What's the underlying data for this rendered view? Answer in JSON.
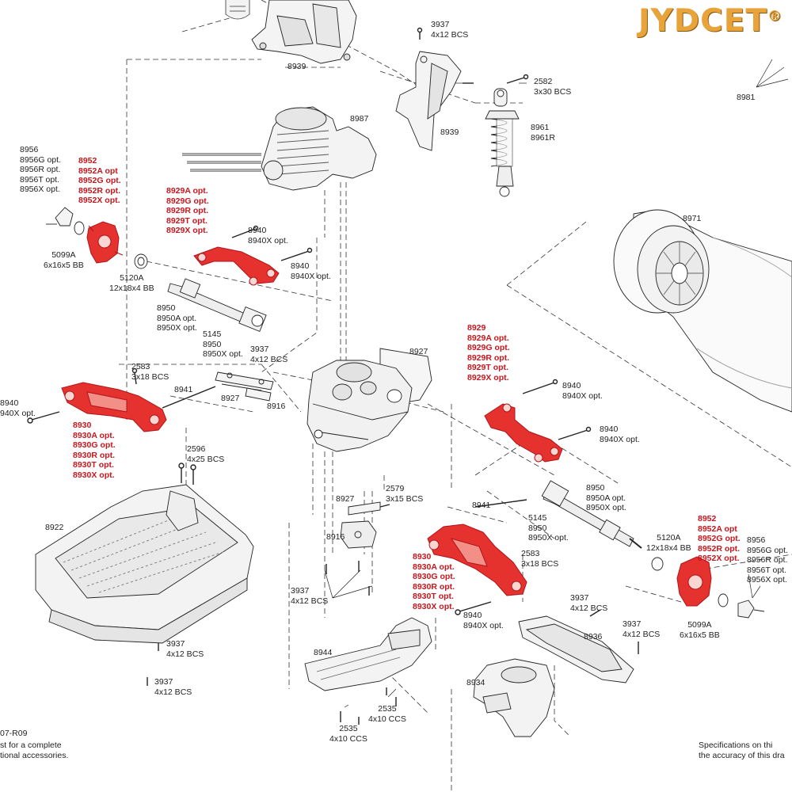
{
  "brand": {
    "logo_text": "JYDCET",
    "registered_mark": "®",
    "logo_color": "#e8a33a"
  },
  "colors": {
    "optional_part": "#c8161d",
    "line": "#222222"
  },
  "labels": {
    "l8939_top": "8939",
    "l3937_top": "3937\n4x12 BCS",
    "l8939_mid": "8939",
    "l2582": "2582\n3x30 BCS",
    "l8961": "8961\n8961R",
    "l8981": "8981",
    "l8987": "8987",
    "l8956_left": "8956\n8956G opt.\n8956R opt.\n8956T opt.\n8956X opt.",
    "l8952_left": "8952\n8952A opt\n8952G opt.\n8952R opt.\n8952X opt.",
    "l5099a_left": "5099A\n6x16x5 BB",
    "l5120a_left": "5120A\n12x18x4 BB",
    "l8929_left": "8929A opt.\n8929G opt.\n8929R opt.\n8929T opt.\n8929X opt.",
    "l8940_a": "8940\n8940X opt.",
    "l8940_b": "8940\n8940X opt.",
    "l8950_left": "8950\n8950A opt.\n8950X opt.",
    "l5145_left": "5145\n8950\n8950X opt.",
    "l3937_mid": "3937\n4x12 BCS",
    "l8927_top": "8927",
    "l8971": "8971",
    "l8929_right": "8929\n8929A opt.\n8929G opt.\n8929R opt.\n8929T opt.\n8929X opt.",
    "l8940_c": "8940\n8940X opt.",
    "l8940_d": "8940\n8940X opt.",
    "l2583_left": "2583\n3x18 BCS",
    "l8941_left": "8941",
    "l8927_mid": "8927",
    "l8916_top": "8916",
    "l8940_e": "8940\n940X opt.",
    "l8930_left": "8930\n8930A opt.\n8930G opt.\n8930R opt.\n8930T opt.\n8930X opt.",
    "l2596": "2596\n4x25 BCS",
    "l8922": "8922",
    "l2579": "2579\n3x15 BCS",
    "l8927_low": "8927",
    "l8916_low": "8916",
    "l3937_low": "3937\n4x12 BCS",
    "l8941_right": "8941",
    "l8950_right": "8950\n8950A opt.\n8950X opt.",
    "l5145_right": "5145\n8950\n8950X opt.",
    "l2583_right": "2583\n3x18 BCS",
    "l8930_right": "8930\n8930A opt.\n8930G opt.\n8930R opt.\n8930T opt.\n8930X opt.",
    "l8940_f": "8940\n8940X opt.",
    "l5120a_right": "5120A\n12x18x4 BB",
    "l8952_right": "8952\n8952A opt\n8952G opt.\n8952R opt.\n8952X opt.",
    "l8956_right": "8956\n8956G opt.\n8956R opt.\n8956T opt.\n8956X opt.",
    "l5099a_right": "5099A\n6x16x5 BB",
    "l3937_b1": "3937\n4x12 BCS",
    "l8936": "8936",
    "l3937_b2": "3937\n4x12 BCS",
    "l3937_b3": "3937\n4x12 BCS",
    "l3937_b4": "3937\n4x12 BCS",
    "l8944": "8944",
    "l8934": "8934",
    "l2535_a": "2535\n4x10 CCS",
    "l2535_b": "2535\n4x10 CCS"
  },
  "footer": {
    "doc_code": "07-R09",
    "left_note": "st for a complete\ntional accessories.",
    "right_note": "Specifications on thi\nthe accuracy of this dra"
  }
}
